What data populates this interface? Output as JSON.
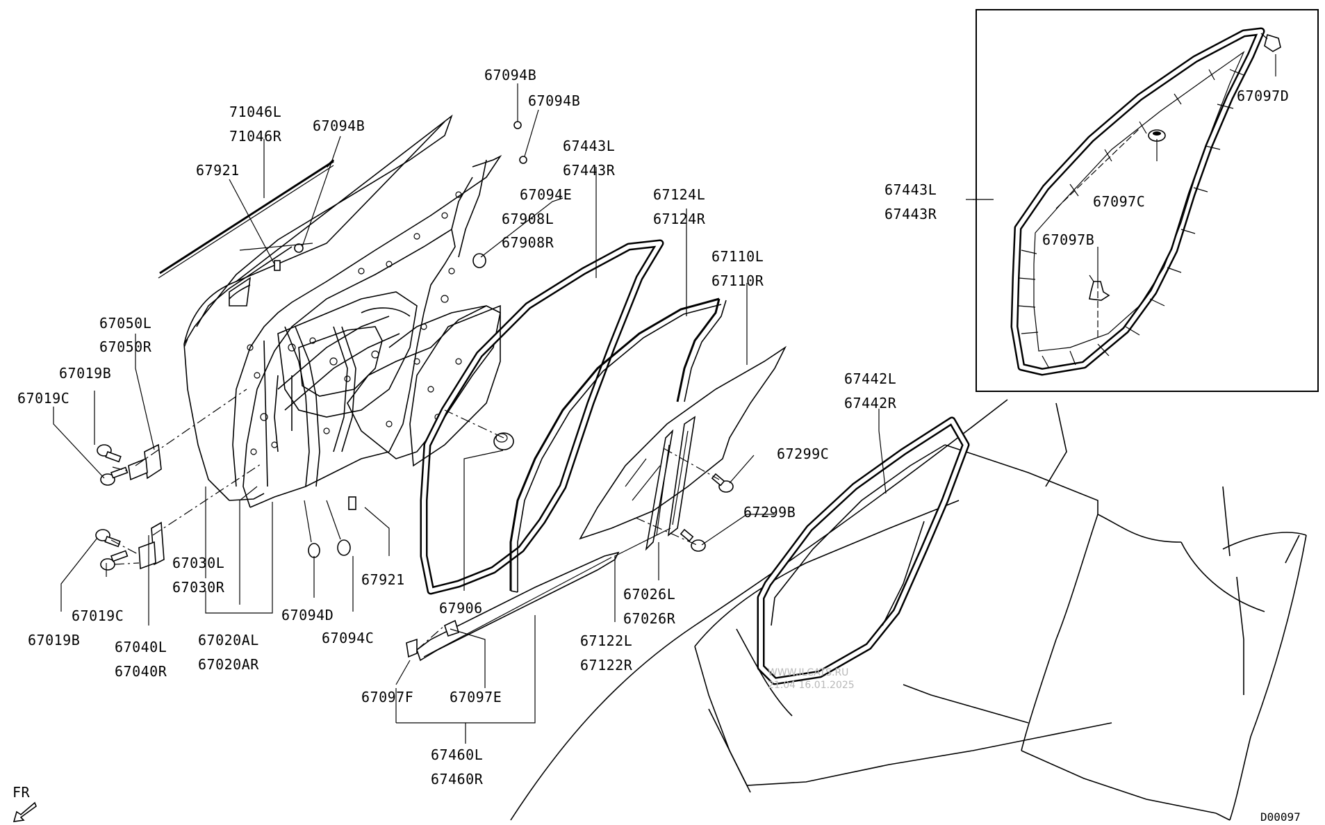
{
  "labels": {
    "p71046L": "71046L",
    "p71046R": "71046R",
    "p67921a": "67921",
    "p67094Ba": "67094B",
    "p67094Bb": "67094B",
    "p67094Bc": "67094B",
    "p67443L": "67443L",
    "p67443R": "67443R",
    "p67094E": "67094E",
    "p67908L": "67908L",
    "p67908R": "67908R",
    "p67124L": "67124L",
    "p67124R": "67124R",
    "p67110L": "67110L",
    "p67110R": "67110R",
    "p67050L": "67050L",
    "p67050R": "67050R",
    "p67019Ba": "67019B",
    "p67019Ca": "67019C",
    "p67299C": "67299C",
    "p67299B": "67299B",
    "p67442L": "67442L",
    "p67442R": "67442R",
    "p67030L": "67030L",
    "p67030R": "67030R",
    "p67921b": "67921",
    "p67019Cb": "67019C",
    "p67019Bb": "67019B",
    "p67040L": "67040L",
    "p67040R": "67040R",
    "p67020AL": "67020AL",
    "p67020AR": "67020AR",
    "p67094D": "67094D",
    "p67094C": "67094C",
    "p67906": "67906",
    "p67026L": "67026L",
    "p67026R": "67026R",
    "p67122L": "67122L",
    "p67122R": "67122R",
    "p67097F": "67097F",
    "p67097E": "67097E",
    "p67460L": "67460L",
    "p67460R": "67460R",
    "inset67443L": "67443L",
    "inset67443R": "67443R",
    "p67097D": "67097D",
    "p67097C": "67097C",
    "p67097B": "67097B"
  },
  "direction_label": "FR",
  "diagram_code": "D00097",
  "watermark": {
    "line1": "WWW.ILCATS.RU",
    "line2": "21.04 16.01.2025"
  }
}
